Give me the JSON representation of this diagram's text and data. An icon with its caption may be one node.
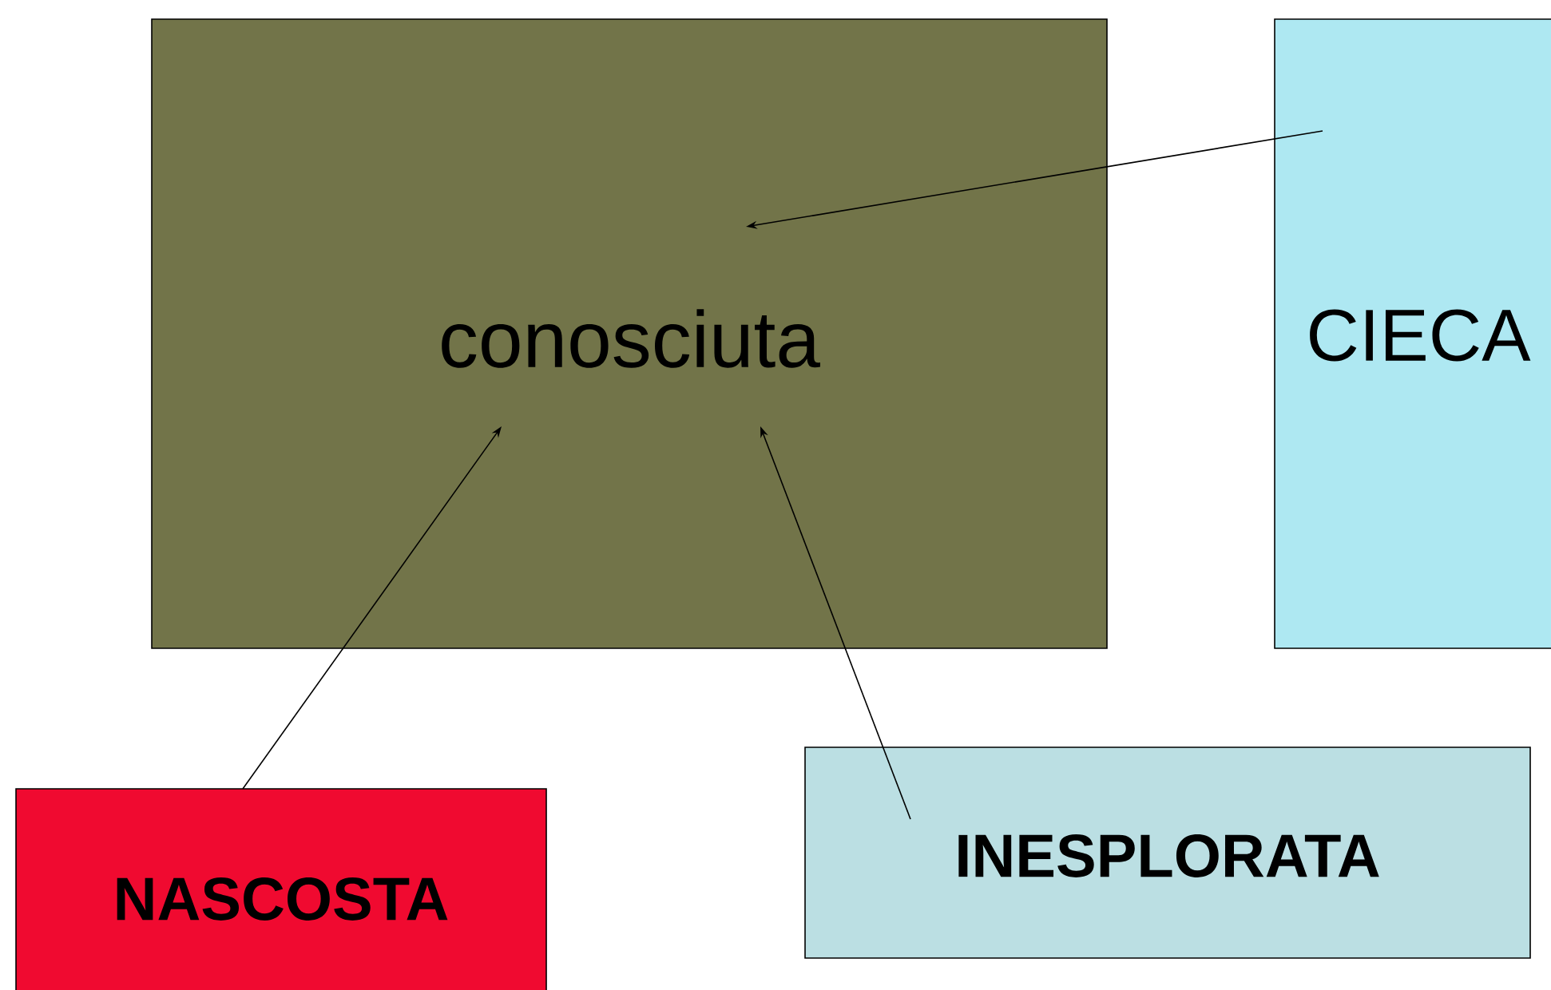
{
  "diagram": {
    "nodes": [
      {
        "text": [
          "conosciuta"
        ]
      },
      {
        "text": [
          "CIECA"
        ]
      },
      {
        "text": [
          "NASCOSTA"
        ]
      },
      {
        "text": [
          "INESPLORATA"
        ]
      }
    ],
    "edges": [
      {
        "from": 1,
        "to": 0,
        "arrow": "to"
      },
      {
        "from": 2,
        "to": 0,
        "arrow": "to"
      },
      {
        "from": 3,
        "to": 0,
        "arrow": "to"
      }
    ]
  }
}
